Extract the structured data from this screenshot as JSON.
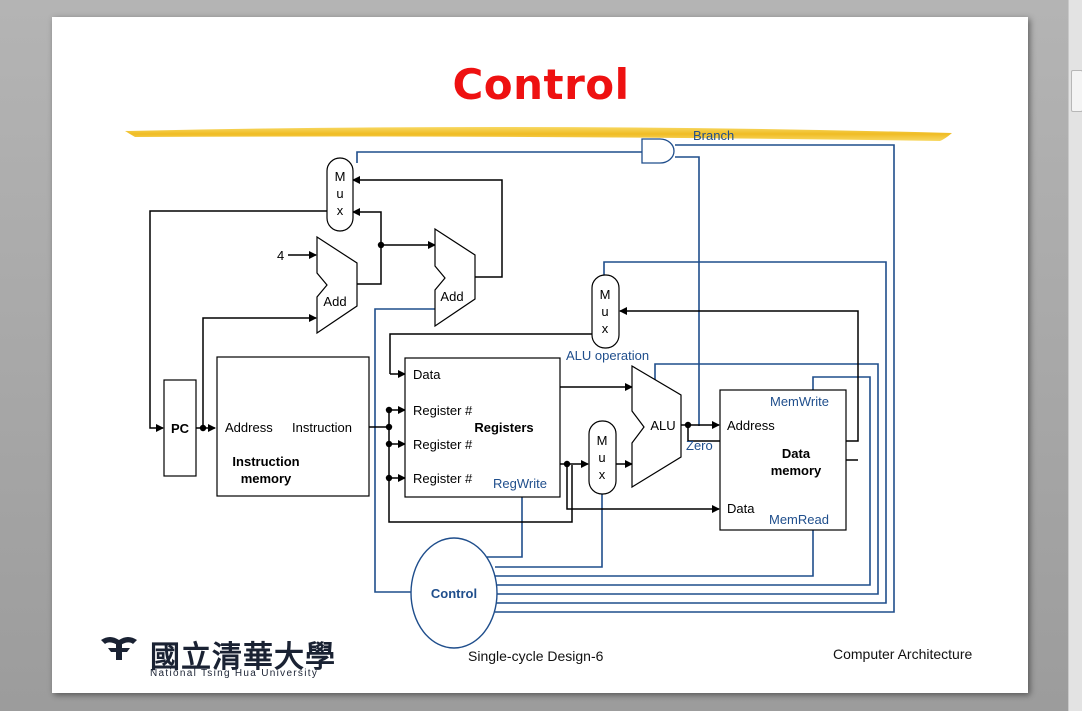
{
  "slide": {
    "title": "Control",
    "footer_center": "Single-cycle Design-6",
    "footer_right": "Computer Architecture"
  },
  "logo": {
    "chinese": "國立清華大學",
    "english": "National Tsing Hua University"
  },
  "diagram": {
    "pc": "PC",
    "four": "4",
    "add": "Add",
    "mux_letters": [
      "M",
      "u",
      "x"
    ],
    "instr_mem": {
      "address": "Address",
      "instruction": "Instruction",
      "title1": "Instruction",
      "title2": "memory"
    },
    "registers": {
      "data": "Data",
      "reg": "Register #",
      "title": "Registers",
      "regwrite": "RegWrite"
    },
    "alu": "ALU",
    "alu_operation": "ALU operation",
    "zero": "Zero",
    "data_mem": {
      "address": "Address",
      "data": "Data",
      "title1": "Data",
      "title2": "memory",
      "memwrite": "MemWrite",
      "memread": "MemRead"
    },
    "control": "Control",
    "branch": "Branch"
  },
  "colors": {
    "title": "#ee1111",
    "control_signal": "#1f4e8c",
    "datapath": "#000000",
    "highlight_brush": "#f2c21f"
  }
}
